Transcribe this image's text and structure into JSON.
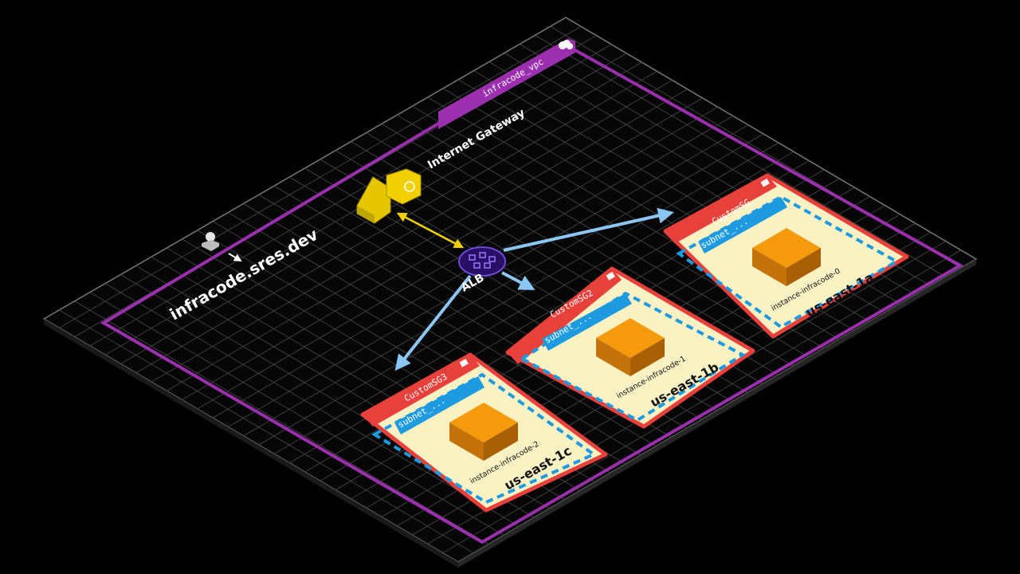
{
  "diagram": {
    "vpc": {
      "label": "infracode_vpc"
    },
    "domain": {
      "label": "infracode.sres.dev"
    },
    "internet_gateway": {
      "label": "Internet Gateway"
    },
    "alb": {
      "label": "ALB"
    },
    "zones": [
      {
        "az": "us-east-1a",
        "security_group": "CustomSG",
        "subnet": "subnet_...",
        "instance": "instance-infracode-0"
      },
      {
        "az": "us-east-1b",
        "security_group": "CustomSG2",
        "subnet": "subnet_...",
        "instance": "instance-infracode-1"
      },
      {
        "az": "us-east-1c",
        "security_group": "CustomSG3",
        "subnet": "subnet_...",
        "instance": "instance-infracode-2"
      }
    ]
  },
  "colors": {
    "background": "#000000",
    "grid": "#4a4a4a",
    "vpc_border": "#9b2fae",
    "security_group": "#e8403a",
    "subnet": "#1e9be0",
    "zone_fill": "#fbf2c4",
    "instance": "#f59a0c",
    "gateway": "#f2d000",
    "alb": "#2a0f66",
    "arrow": "#8cc6f2"
  }
}
